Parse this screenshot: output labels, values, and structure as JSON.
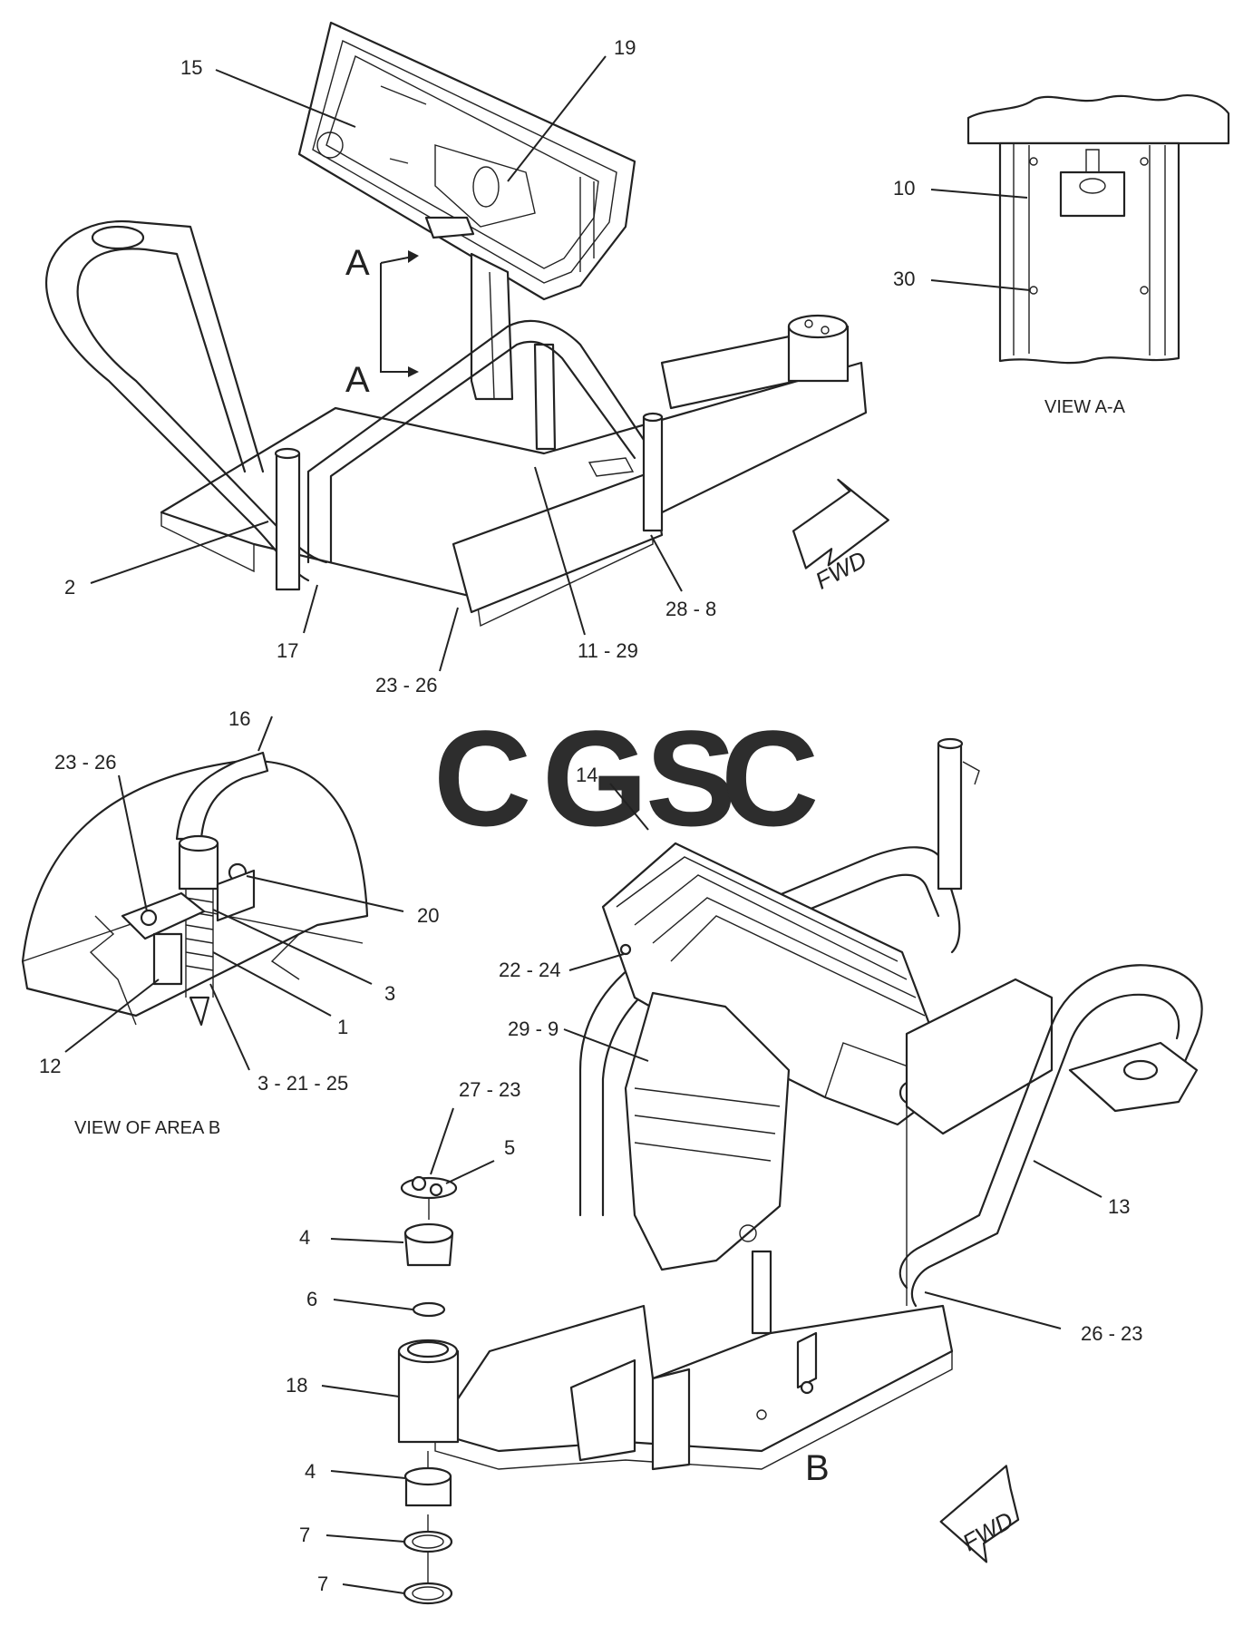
{
  "watermark": {
    "letters": [
      "C",
      "G",
      "S",
      "C"
    ],
    "colors": [
      "#7aa7f5",
      "#f28b82",
      "#fdd663",
      "#81c995"
    ]
  },
  "top_view": {
    "callouts": {
      "c15": "15",
      "c19": "19",
      "c2": "2",
      "c17": "17",
      "c23_26": "23 - 26",
      "c11_29": "11 - 29",
      "c28_8": "28 - 8"
    },
    "section_marks": {
      "a_top": "A",
      "a_bottom": "A"
    },
    "fwd_label": "FWD"
  },
  "view_aa": {
    "caption": "VIEW  A-A",
    "callouts": {
      "c10": "10",
      "c30": "30"
    }
  },
  "area_b_detail": {
    "caption": "VIEW OF AREA  B",
    "callouts": {
      "c16": "16",
      "c23_26": "23 - 26",
      "c20": "20",
      "c3": "3",
      "c1": "1",
      "c12": "12",
      "c3_21_25": "3 - 21 - 25"
    }
  },
  "bottom_view": {
    "callouts": {
      "c14": "14",
      "c22_24": "22 - 24",
      "c29_9": "29 - 9",
      "c13": "13",
      "c26_23": "26 - 23",
      "c27_23": "27 - 23",
      "c5": "5",
      "c4a": "4",
      "c6": "6",
      "c18": "18",
      "c4b": "4",
      "c7a": "7",
      "c7b": "7"
    },
    "area_mark": "B",
    "fwd_label": "FWD"
  }
}
